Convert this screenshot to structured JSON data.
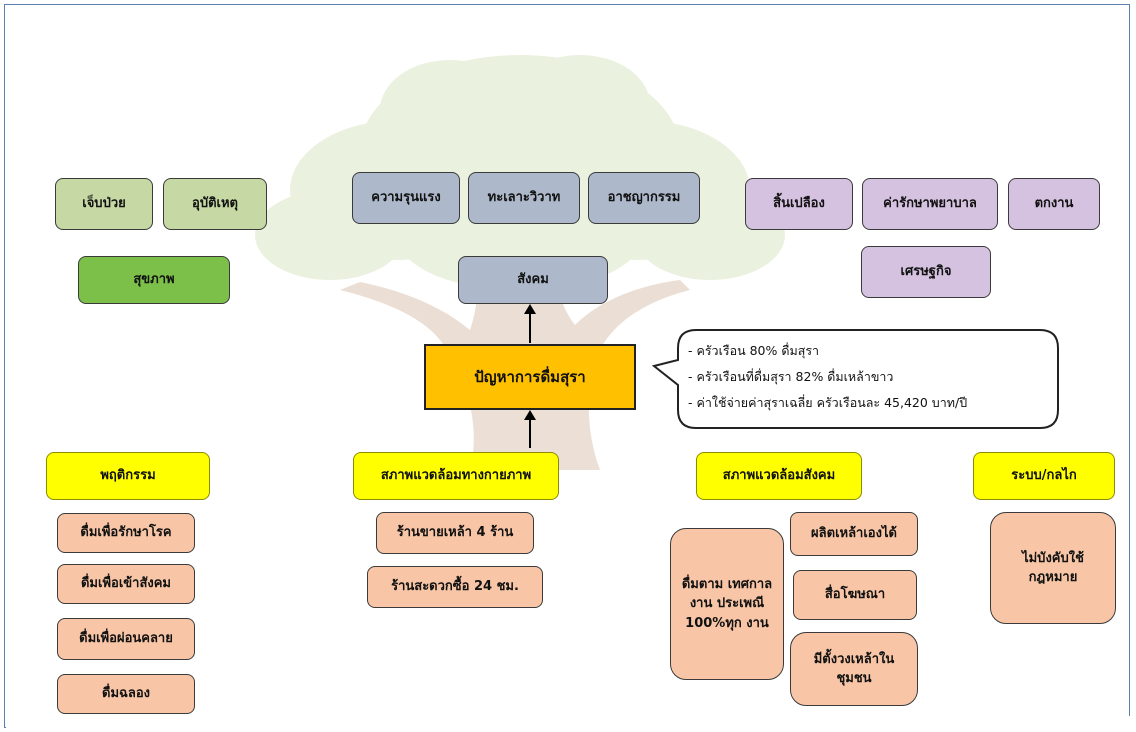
{
  "core": "ปัญหาการดื่มสุรา",
  "health": {
    "label": "สุขภาพ",
    "items": [
      "เจ็บป่วย",
      "อุบัติเหตุ"
    ]
  },
  "social": {
    "label": "สังคม",
    "items": [
      "ความรุนแรง",
      "ทะเลาะวิวาท",
      "อาชญากรรม"
    ]
  },
  "economy": {
    "label": "เศรษฐกิจ",
    "items": [
      "สิ้นเปลือง",
      "ค่ารักษาพยาบาล",
      "ตกงาน"
    ]
  },
  "stats": [
    "- ครัวเรือน 80% ดื่มสุรา",
    "- ครัวเรือนที่ดื่มสุรา 82% ดื่มเหล้าขาว",
    "- ค่าใช้จ่ายค่าสุราเฉลี่ย ครัวเรือนละ 45,420 บาท/ปี"
  ],
  "behavior": {
    "label": "พฤติกรรม",
    "items": [
      "ดื่มเพื่อรักษาโรค",
      "ดื่มเพื่อเข้าสังคม",
      "ดื่มเพื่อผ่อนคลาย",
      "ดื่มฉลอง"
    ]
  },
  "physical_env": {
    "label": "สภาพแวดล้อมทางกายภาพ",
    "items": [
      "ร้านขายเหล้า 4 ร้าน",
      "ร้านสะดวกซื้อ 24 ชม."
    ]
  },
  "social_env": {
    "label": "สภาพแวดล้อมสังคม",
    "items": [
      "ดื่มตาม เทศกาลงาน ประเพณี 100%ทุก งาน",
      "ผลิตเหล้าเองได้",
      "สื่อโฆษณา",
      "มีตั้งวงเหล้าใน ชุมชน"
    ]
  },
  "system": {
    "label": "ระบบ/กลไก",
    "items": [
      "ไม่บังคับใช้ กฎหมาย"
    ]
  },
  "colors": {
    "core": "#ffc000",
    "health_items": "#c6d9a4",
    "health_label": "#7cc04a",
    "social": "#adb8ca",
    "economy": "#d5c2e0",
    "category": "#ffff00",
    "cause": "#f8c6a6",
    "tree_leaves": "#d9e6c4",
    "tree_trunk": "#dcc4b2"
  }
}
